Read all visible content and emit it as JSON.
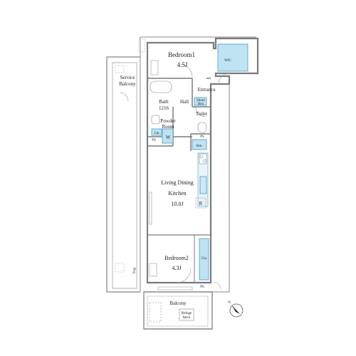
{
  "rooms": {
    "bedroom1": {
      "name": "Bedroom1",
      "size": "4.5J"
    },
    "wic": "WIC",
    "service_balcony": {
      "line1": "Service",
      "line2": "Balcony"
    },
    "entrance": "Entrance",
    "shoes_box": {
      "line1": "Shoes",
      "line2": "Box"
    },
    "hall": "Hall",
    "bath": {
      "name": "Bath",
      "size": "1216"
    },
    "toilet": "Toilet",
    "powder_room": {
      "line1": "Powder",
      "line2": "Room"
    },
    "lin": "Lin",
    "washer": "W",
    "ps_upper_left": "PS",
    "ps_toilet": "PS",
    "ps_bottom": "PS",
    "stm": "Stm.",
    "ldk": {
      "name1": "Living Dining",
      "name2": "Kitchen",
      "size": "10.0J"
    },
    "refrigerator": "R",
    "bedroom2": {
      "name": "Bedroom2",
      "size": "4.3J"
    },
    "closet": "Clo.",
    "trap": "Trap",
    "balcony": "Balcony",
    "refuge_hatch": {
      "line1": "Refuge",
      "line2": "hatch"
    }
  },
  "compass": {
    "label": "N"
  },
  "colors": {
    "storage_fill": "#bfe3f2",
    "storage_stroke": "#4a9cc4",
    "wall": "#8a8a8a"
  }
}
